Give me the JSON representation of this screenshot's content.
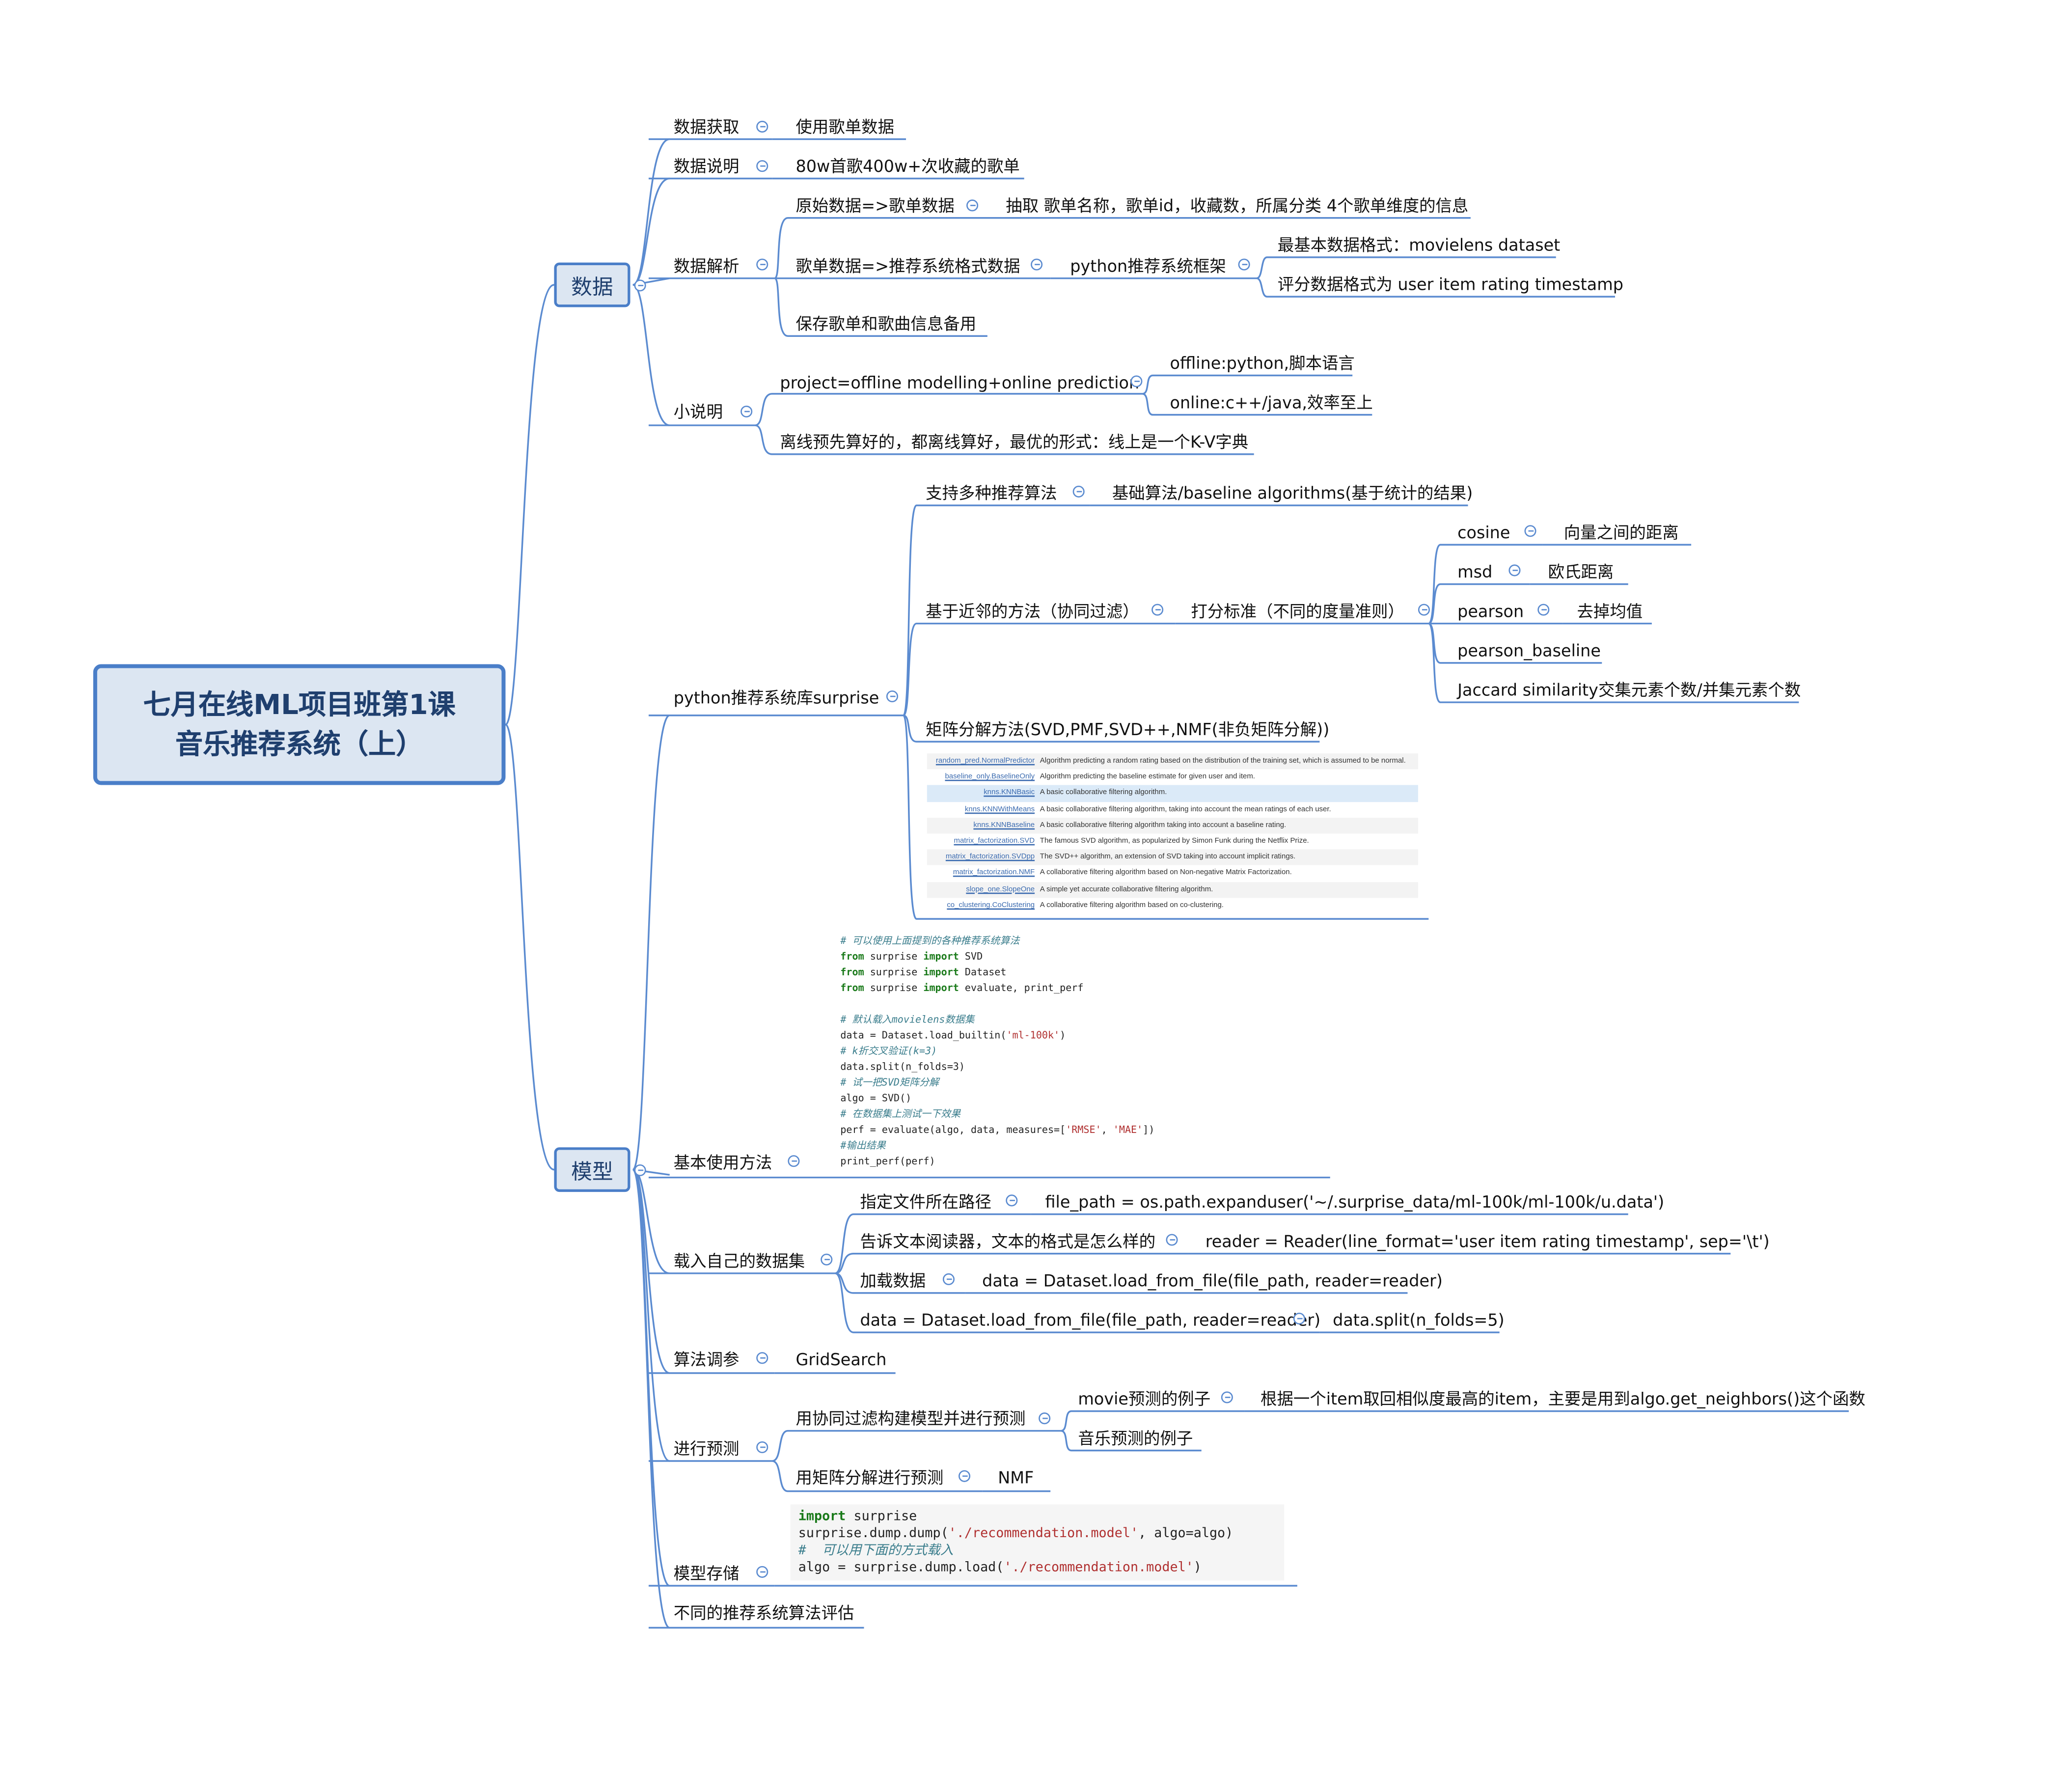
{
  "root": {
    "line1": "七月在线ML项目班第1课",
    "line2": "音乐推荐系统（上）"
  },
  "main": {
    "data": "数据",
    "model": "模型"
  },
  "data_branch": {
    "acquire": {
      "label": "数据获取",
      "child": "使用歌单数据"
    },
    "describe": {
      "label": "数据说明",
      "child": "80w首歌400w+次收藏的歌单"
    },
    "parse": {
      "label": "数据解析",
      "raw": {
        "label": "原始数据=>歌单数据",
        "child": "抽取 歌单名称，歌单id，收藏数，所属分类 4个歌单维度的信息"
      },
      "convert": {
        "label": "歌单数据=>推荐系统格式数据",
        "framework": "python推荐系统框架",
        "fmt1": "最基本数据格式：movielens dataset",
        "fmt2": "评分数据格式为 user item rating timestamp"
      },
      "save": "保存歌单和歌曲信息备用"
    },
    "notes": {
      "label": "小说明",
      "project": "project=offline modelling+online prediction",
      "offline": "offline:python,脚本语言",
      "online": "online:c++/java,效率至上",
      "kv": "离线预先算好的，都离线算好，最优的形式：线上是一个K-V字典"
    }
  },
  "model_branch": {
    "surprise": {
      "label": "python推荐系统库surprise",
      "algos": {
        "label": "支持多种推荐算法",
        "child": "基础算法/baseline algorithms(基于统计的结果)"
      },
      "knn": {
        "label": "基于近邻的方法（协同过滤）",
        "metric": "打分标准（不同的度量准则）",
        "cosine": "cosine",
        "cosine_desc": "向量之间的距离",
        "msd": "msd",
        "msd_desc": "欧氏距离",
        "pearson": "pearson",
        "pearson_desc": "去掉均值",
        "pearson_baseline": "pearson_baseline",
        "jaccard": "Jaccard similarity交集元素个数/并集元素个数"
      },
      "mf": "矩阵分解方法(SVD,PMF,SVD++,NMF(非负矩阵分解))",
      "algo_table": [
        {
          "name": "random_pred.NormalPredictor",
          "desc": "Algorithm predicting a random rating based on the distribution of the training set, which is assumed to be normal."
        },
        {
          "name": "baseline_only.BaselineOnly",
          "desc": "Algorithm predicting the baseline estimate for given user and item."
        },
        {
          "name": "knns.KNNBasic",
          "desc": "A basic collaborative filtering algorithm."
        },
        {
          "name": "knns.KNNWithMeans",
          "desc": "A basic collaborative filtering algorithm, taking into account the mean ratings of each user."
        },
        {
          "name": "knns.KNNBaseline",
          "desc": "A basic collaborative filtering algorithm taking into account a baseline rating."
        },
        {
          "name": "matrix_factorization.SVD",
          "desc": "The famous SVD algorithm, as popularized by Simon Funk during the Netflix Prize."
        },
        {
          "name": "matrix_factorization.SVDpp",
          "desc": "The SVD++ algorithm, an extension of SVD taking into account implicit ratings."
        },
        {
          "name": "matrix_factorization.NMF",
          "desc": "A collaborative filtering algorithm based on Non-negative Matrix Factorization."
        },
        {
          "name": "slope_one.SlopeOne",
          "desc": "A simple yet accurate collaborative filtering algorithm."
        },
        {
          "name": "co_clustering.CoClustering",
          "desc": "A collaborative filtering algorithm based on co-clustering."
        }
      ]
    },
    "basic_usage": {
      "label": "基本使用方法",
      "code": [
        {
          "t": "cm",
          "s": "# 可以使用上面提到的各种推荐系统算法"
        },
        {
          "t": "imp",
          "a": "from",
          "b": " surprise ",
          "c": "import",
          "d": " SVD"
        },
        {
          "t": "imp",
          "a": "from",
          "b": " surprise ",
          "c": "import",
          "d": " Dataset"
        },
        {
          "t": "imp",
          "a": "from",
          "b": " surprise ",
          "c": "import",
          "d": " evaluate, print_perf"
        },
        {
          "t": "blank",
          "s": ""
        },
        {
          "t": "cm",
          "s": "# 默认载入movielens数据集"
        },
        {
          "t": "str",
          "a": "data = Dataset.load_builtin(",
          "b": "'ml-100k'",
          "c": ")"
        },
        {
          "t": "cm",
          "s": "# k折交叉验证(k=3)"
        },
        {
          "t": "plain",
          "s": "data.split(n_folds=3)"
        },
        {
          "t": "cm",
          "s": "# 试一把SVD矩阵分解"
        },
        {
          "t": "plain",
          "s": "algo = SVD()"
        },
        {
          "t": "cm",
          "s": "# 在数据集上测试一下效果"
        },
        {
          "t": "str2",
          "a": "perf = evaluate(algo, data, measures=[",
          "b": "'RMSE'",
          "c": ", ",
          "d": "'MAE'",
          "e": "])"
        },
        {
          "t": "cm",
          "s": "#输出结果"
        },
        {
          "t": "plain",
          "s": "print_perf(perf)"
        }
      ]
    },
    "own_dataset": {
      "label": "载入自己的数据集",
      "path": {
        "label": "指定文件所在路径",
        "child": "file_path = os.path.expanduser('~/.surprise_data/ml-100k/ml-100k/u.data')"
      },
      "reader": {
        "label": "告诉文本阅读器，文本的格式是怎么样的",
        "child": "reader = Reader(line_format='user item rating timestamp', sep='\\t')"
      },
      "load": {
        "label": "加载数据",
        "child": "data = Dataset.load_from_file(file_path, reader=reader)"
      },
      "split": {
        "label": "data = Dataset.load_from_file(file_path, reader=reader)",
        "child": "data.split(n_folds=5)"
      }
    },
    "tuning": {
      "label": "算法调参",
      "child": "GridSearch"
    },
    "predict": {
      "label": "进行预测",
      "cf": {
        "label": "用协同过滤构建模型并进行预测",
        "movie": "movie预测的例子",
        "movie_desc": "根据一个item取回相似度最高的item，主要是用到algo.get_neighbors()这个函数",
        "music": "音乐预测的例子"
      },
      "mf": {
        "label": "用矩阵分解进行预测",
        "child": "NMF"
      }
    },
    "storage": {
      "label": "模型存储",
      "code": [
        {
          "t": "imp1",
          "a": "import",
          "b": " surprise"
        },
        {
          "t": "str",
          "a": "surprise.dump.dump(",
          "b": "'./recommendation.model'",
          "c": ", algo=algo)"
        },
        {
          "t": "cm",
          "s": "#  可以用下面的方式载入"
        },
        {
          "t": "str",
          "a": "algo = surprise.dump.load(",
          "b": "'./recommendation.model'",
          "c": ")"
        }
      ]
    },
    "evaluation": "不同的推荐系统算法评估"
  }
}
